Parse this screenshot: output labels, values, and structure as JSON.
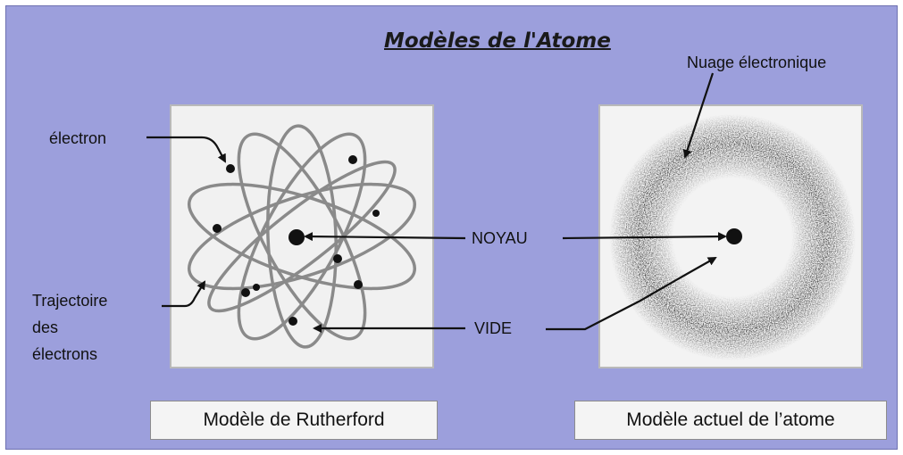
{
  "title": "Modèles de l'Atome",
  "labels": {
    "electron": "électron",
    "trajectoire": [
      "Trajectoire",
      "des",
      "électrons"
    ],
    "noyau": "NOYAU",
    "vide": "VIDE",
    "nuage": "Nuage électronique"
  },
  "captions": {
    "left": "Modèle de Rutherford",
    "right": "Modèle actuel de l’atome"
  },
  "colors": {
    "background": "#9c9fdc",
    "panel": "#f1f1f1",
    "orbit": "#8a8a8a",
    "particle": "#111111"
  }
}
